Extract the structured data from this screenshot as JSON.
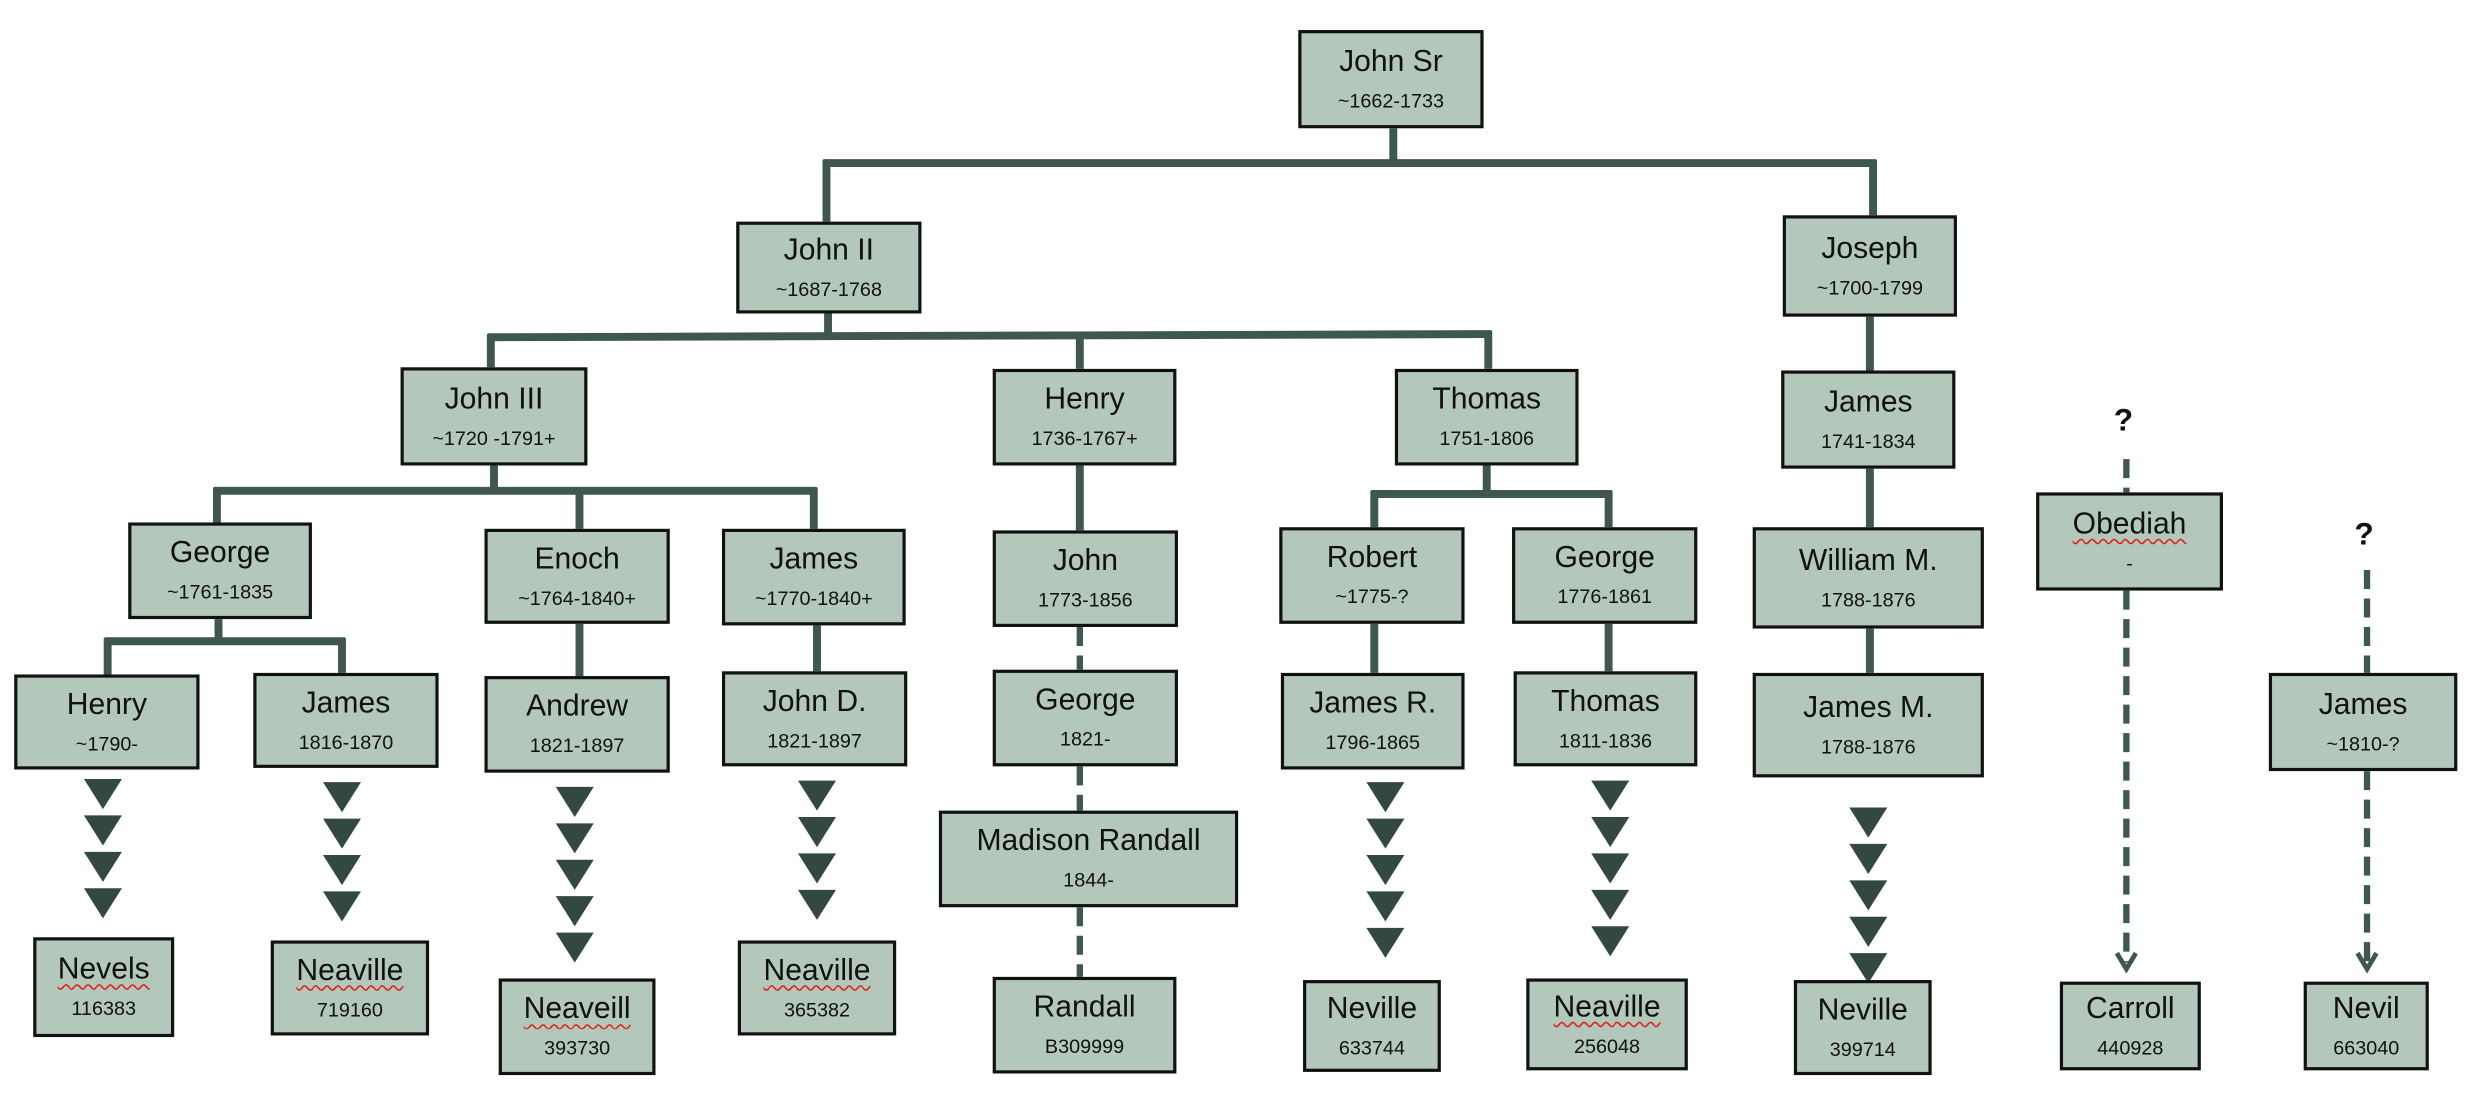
{
  "title": "Family lineage tree",
  "colors": {
    "box_fill": "#b4c7bb",
    "box_border": "#111111",
    "connector": "#3f574e"
  },
  "unknown_marker": "?",
  "nodes": {
    "john_sr": {
      "name": "John Sr",
      "dates": "~1662-1733"
    },
    "john_ii": {
      "name": "John II",
      "dates": "~1687-1768"
    },
    "joseph": {
      "name": "Joseph",
      "dates": "~1700-1799"
    },
    "john_iii": {
      "name": "John III",
      "dates": "~1720 -1791+"
    },
    "henry_1736": {
      "name": "Henry",
      "dates": "1736-1767+"
    },
    "thomas_1751": {
      "name": "Thomas",
      "dates": "1751-1806"
    },
    "james_1741": {
      "name": "James",
      "dates": "1741-1834"
    },
    "george_1761": {
      "name": "George",
      "dates": "~1761-1835"
    },
    "enoch": {
      "name": "Enoch",
      "dates": "~1764-1840+"
    },
    "james_1770": {
      "name": "James",
      "dates": "~1770-1840+"
    },
    "john_1773": {
      "name": "John",
      "dates": "1773-1856"
    },
    "robert": {
      "name": "Robert",
      "dates": "~1775-?"
    },
    "george_1776": {
      "name": "George",
      "dates": "1776-1861"
    },
    "william_m": {
      "name": "William M.",
      "dates": "1788-1876"
    },
    "obediah": {
      "name": "Obediah",
      "dates": "-"
    },
    "henry_1790": {
      "name": "Henry",
      "dates": "~1790-"
    },
    "james_1816": {
      "name": "James",
      "dates": "1816-1870"
    },
    "andrew": {
      "name": "Andrew",
      "dates": "1821-1897"
    },
    "john_d": {
      "name": "John D.",
      "dates": "1821-1897"
    },
    "george_1821": {
      "name": "George",
      "dates": "1821-"
    },
    "james_r": {
      "name": "James R.",
      "dates": "1796-1865"
    },
    "thomas_1811": {
      "name": "Thomas",
      "dates": "1811-1836"
    },
    "james_m": {
      "name": "James M.",
      "dates": "1788-1876"
    },
    "james_1810": {
      "name": "James",
      "dates": "~1810-?"
    },
    "madison_randall": {
      "name": "Madison Randall",
      "dates": "1844-"
    },
    "nevels": {
      "name": "Nevels",
      "dates": "116383"
    },
    "neaville_719160": {
      "name": "Neaville",
      "dates": "719160"
    },
    "neaveill": {
      "name": "Neaveill",
      "dates": "393730"
    },
    "neaville_365382": {
      "name": "Neaville",
      "dates": "365382"
    },
    "randall": {
      "name": "Randall",
      "dates": "B309999"
    },
    "neville_633744": {
      "name": "Neville",
      "dates": "633744"
    },
    "neaville_256048": {
      "name": "Neaville",
      "dates": "256048"
    },
    "neville_399714": {
      "name": "Neville",
      "dates": "399714"
    },
    "carroll": {
      "name": "Carroll",
      "dates": "440928"
    },
    "nevil": {
      "name": "Nevil",
      "dates": "663040"
    }
  }
}
